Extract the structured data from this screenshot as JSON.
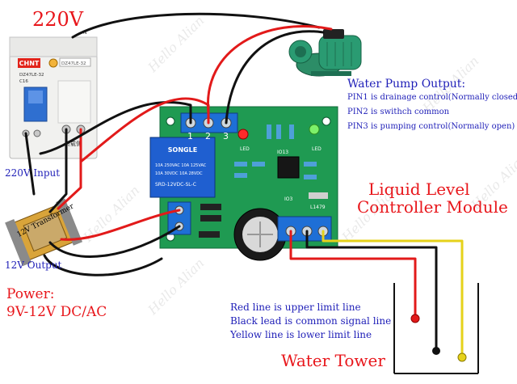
{
  "voltage_label": "220V",
  "breaker": {
    "brand": "CHNT",
    "model": "DZ47LE-32",
    "rating": "C16",
    "rating_box": "DZ47LE-32",
    "note_en": "N",
    "note_cn": "负载侧"
  },
  "labels": {
    "input_220v": "220V Input",
    "output_12v": "12V Output",
    "transformer": "12V Transformer"
  },
  "power": {
    "title": "Power:",
    "range": "9V-12V DC/AC"
  },
  "pump_output": {
    "title": "Water Pump Output:",
    "pins": [
      "PIN1 is drainage control(Normally closed)",
      "PIN2 is swithch common",
      "PIN3 is pumping control(Normally open)"
    ]
  },
  "module": {
    "title_line1": "Liquid Level",
    "title_line2": "Controller Module",
    "relay_brand": "SONGLE",
    "relay_specs": [
      "10A 250VAC  10A 125VAC",
      "10A 30VDC   10A 28VDC"
    ],
    "relay_model": "SRD-12VDC-SL-C",
    "pin_numbers": [
      "1",
      "2",
      "3"
    ],
    "led_label_1": "LED",
    "led_label_2": "LED",
    "ic_label": "IO13",
    "ic_label_2": "IO3",
    "board_code": "L1479"
  },
  "sensor_notes": [
    "Red line is upper limit line",
    "Black lead is common signal line",
    "Yellow line is lower limit line"
  ],
  "tower_label": "Water Tower",
  "watermark": "Hello Alian",
  "colors": {
    "red_text": "#e8161b",
    "blue_text": "#1f1fb8",
    "pcb_green": "#1f9a52",
    "wire_red": "#e21a1a",
    "wire_black": "#111111",
    "wire_yellow": "#e6d21a"
  }
}
